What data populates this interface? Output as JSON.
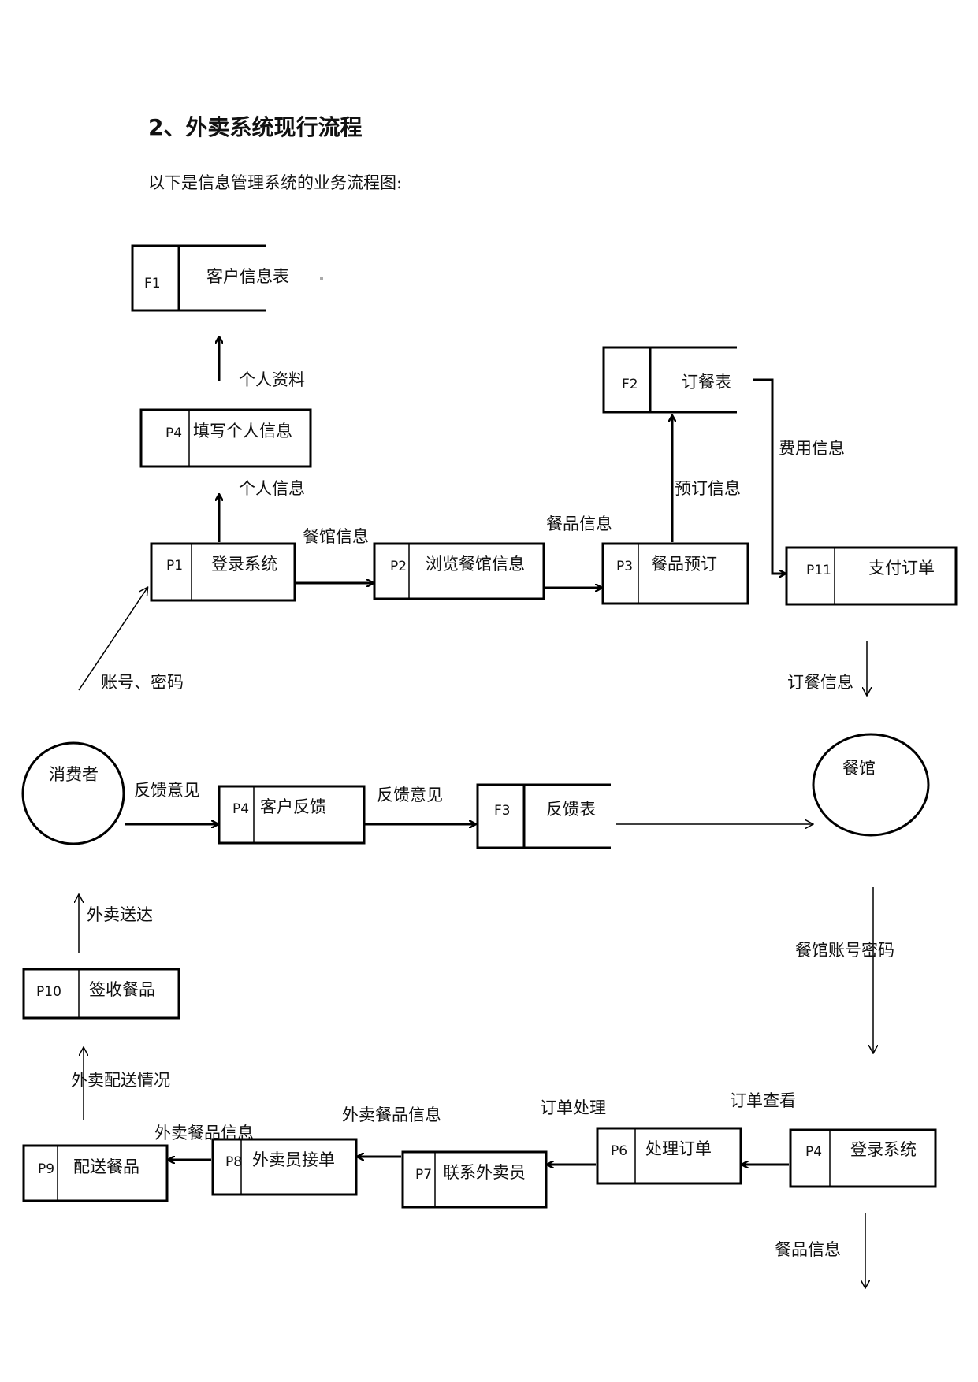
{
  "heading": "2、外卖系统现行流程",
  "intro": "以下是信息管理系统的业务流程图:",
  "entities": {
    "consumer": "消费者",
    "restaurant": "餐馆"
  },
  "stores": {
    "f1": {
      "code": "F1",
      "name": "客户信息表"
    },
    "f2": {
      "code": "F2",
      "name": "订餐表"
    },
    "f3": {
      "code": "F3",
      "name": "反馈表"
    }
  },
  "processes": {
    "p4_fill": {
      "code": "P4",
      "name": "填写个人信息"
    },
    "p1": {
      "code": "P1",
      "name": "登录系统"
    },
    "p2": {
      "code": "P2",
      "name": "浏览餐馆信息"
    },
    "p3": {
      "code": "P3",
      "name": "餐品预订"
    },
    "p11": {
      "code": "P11",
      "name": "支付订单"
    },
    "p4_feedback": {
      "code": "P4",
      "name": "客户反馈"
    },
    "p10": {
      "code": "P10",
      "name": "签收餐品"
    },
    "p9": {
      "code": "P9",
      "name": "配送餐品"
    },
    "p8": {
      "code": "P8",
      "name": "外卖员接单"
    },
    "p7": {
      "code": "P7",
      "name": "联系外卖员"
    },
    "p6": {
      "code": "P6",
      "name": "处理订单"
    },
    "p4_login": {
      "code": "P4",
      "name": "登录系统"
    }
  },
  "flows": {
    "personal_data": "个人资料",
    "personal_info": "个人信息",
    "restaurant_info": "餐馆信息",
    "dish_info_top": "餐品信息",
    "booking_info": "预订信息",
    "fee_info": "费用信息",
    "account_password": "账号、密码",
    "order_info": "订餐信息",
    "feedback_1": "反馈意见",
    "feedback_2": "反馈意见",
    "delivered": "外卖送达",
    "delivery_status": "外卖配送情况",
    "rest_account_password": "餐馆账号密码",
    "order_view": "订单查看",
    "order_process": "订单处理",
    "takeout_dish_info_1": "外卖餐品信息",
    "takeout_dish_info_2": "外卖餐品信息",
    "dish_info_bottom": "餐品信息"
  }
}
